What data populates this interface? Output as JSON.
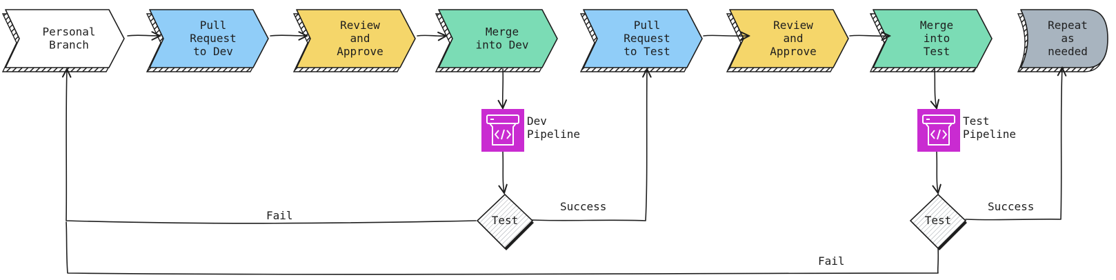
{
  "colors": {
    "white": "#ffffff",
    "blue": "#90cdf8",
    "yellow": "#f5d66a",
    "green": "#7bdcb5",
    "gray": "#a8b4bf",
    "pipeline": "#c92bd1",
    "ink": "#1e1e1e"
  },
  "steps": [
    {
      "id": "personal-branch",
      "lines": [
        "Personal",
        "Branch"
      ],
      "color": "white"
    },
    {
      "id": "pr-to-dev",
      "lines": [
        "Pull",
        "Request",
        "to Dev"
      ],
      "color": "blue"
    },
    {
      "id": "review-approve-1",
      "lines": [
        "Review",
        "and",
        "Approve"
      ],
      "color": "yellow"
    },
    {
      "id": "merge-into-dev",
      "lines": [
        "Merge",
        "into Dev"
      ],
      "color": "green"
    },
    {
      "id": "pr-to-test",
      "lines": [
        "Pull",
        "Request",
        "to Test"
      ],
      "color": "blue"
    },
    {
      "id": "review-approve-2",
      "lines": [
        "Review",
        "and",
        "Approve"
      ],
      "color": "yellow"
    },
    {
      "id": "merge-into-test",
      "lines": [
        "Merge",
        "into",
        "Test"
      ],
      "color": "green"
    },
    {
      "id": "repeat-as-needed",
      "lines": [
        "Repeat",
        "as",
        "needed"
      ],
      "color": "gray"
    }
  ],
  "pipelines": [
    {
      "id": "dev-pipeline",
      "lines": [
        "Dev",
        "Pipeline"
      ],
      "icon": "code-pipeline-icon"
    },
    {
      "id": "test-pipeline",
      "lines": [
        "Test",
        "Pipeline"
      ],
      "icon": "code-pipeline-icon"
    }
  ],
  "decisions": [
    {
      "id": "dev-test",
      "label": "Test"
    },
    {
      "id": "test-test",
      "label": "Test"
    }
  ],
  "edge_labels": {
    "dev_fail": "Fail",
    "dev_success": "Success",
    "test_success": "Success",
    "test_fail": "Fail"
  }
}
